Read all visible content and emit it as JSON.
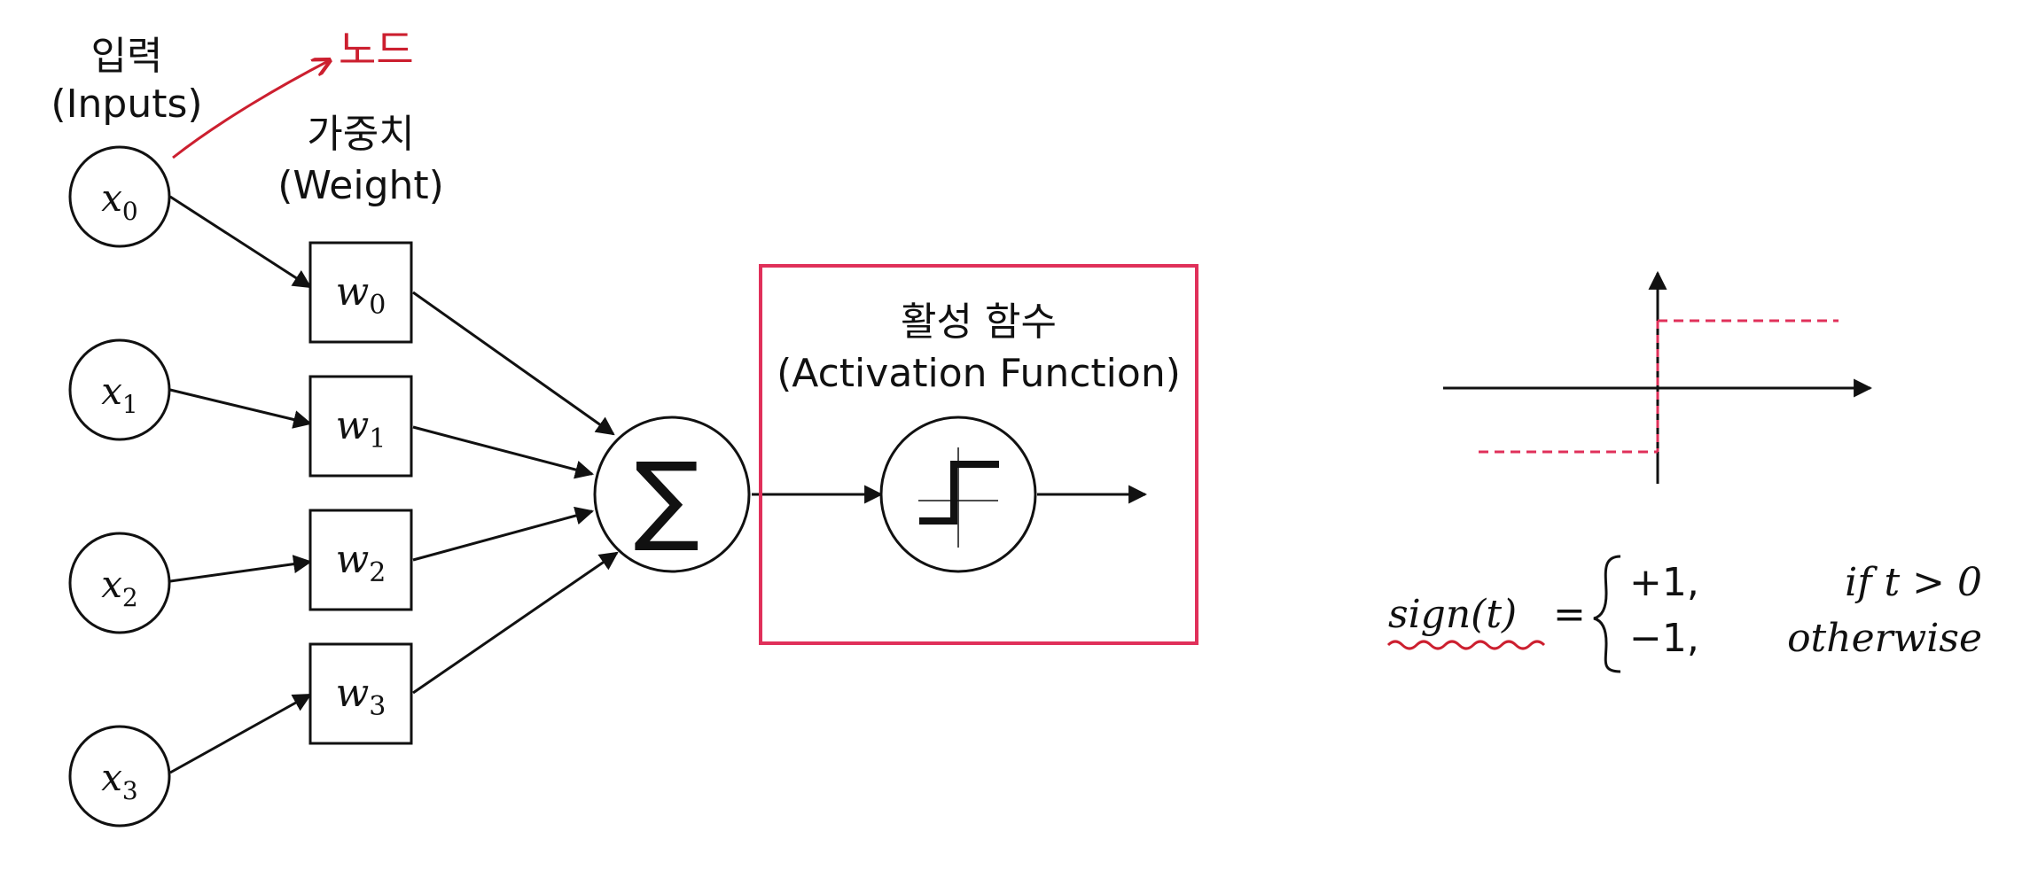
{
  "labels": {
    "inputs_ko": "입력",
    "inputs_en": "(Inputs)",
    "weights_ko": "가중치",
    "weights_en": "(Weight)",
    "annotation_node": "노드",
    "activation_ko": "활성 함수",
    "activation_en": "(Activation Function)",
    "sum_symbol": "∑"
  },
  "inputs": [
    {
      "var": "x",
      "sub": "0"
    },
    {
      "var": "x",
      "sub": "1"
    },
    {
      "var": "x",
      "sub": "2"
    },
    {
      "var": "x",
      "sub": "3"
    }
  ],
  "weights": [
    {
      "var": "w",
      "sub": "0"
    },
    {
      "var": "w",
      "sub": "1"
    },
    {
      "var": "w",
      "sub": "2"
    },
    {
      "var": "w",
      "sub": "3"
    }
  ],
  "formula": {
    "lhs": "sign(t)",
    "equals": "=",
    "case_pos_value": "+1,",
    "case_pos_cond": "if t > 0",
    "case_neg_value": "−1,",
    "case_neg_cond": "otherwise"
  },
  "colors": {
    "ink": "#111111",
    "accent": "#e0305a",
    "annotation": "#cc1f2f"
  }
}
